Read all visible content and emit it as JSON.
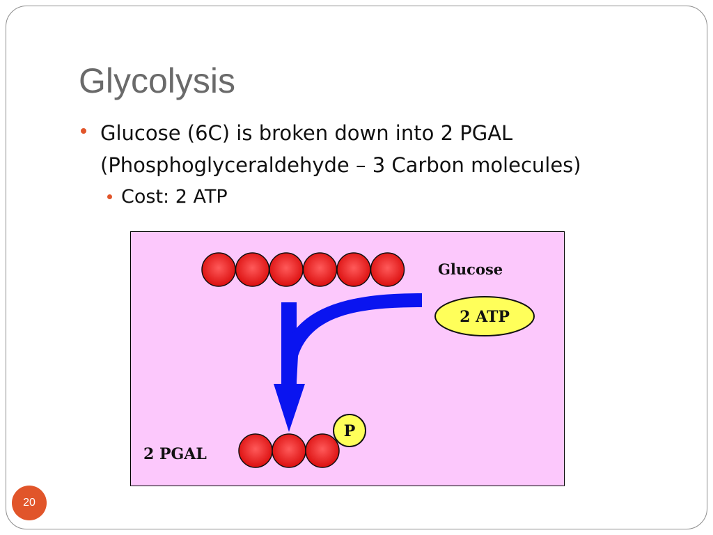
{
  "slide": {
    "title": "Glycolysis",
    "bullets": [
      {
        "text": "Glucose (6C) is broken down into 2 PGAL (Phosphoglyceraldehyde – 3 Carbon molecules)",
        "sub_bullets": [
          {
            "text": "Cost: 2 ATP"
          }
        ]
      }
    ],
    "slide_number": "20"
  },
  "diagram": {
    "glucose_label": "Glucose",
    "atp_label": "2 ATP",
    "pgal_label": "2 PGAL",
    "phosphate_label": "P",
    "glucose_carbon_count": 6,
    "pgal_carbon_count": 3,
    "colors": {
      "background": "#fcc8fc",
      "carbon": "#e81f1f",
      "arrow": "#0a14f0",
      "atp": "#ffff5a",
      "phosphate": "#ffff5a",
      "accent": "#e1552a"
    }
  }
}
